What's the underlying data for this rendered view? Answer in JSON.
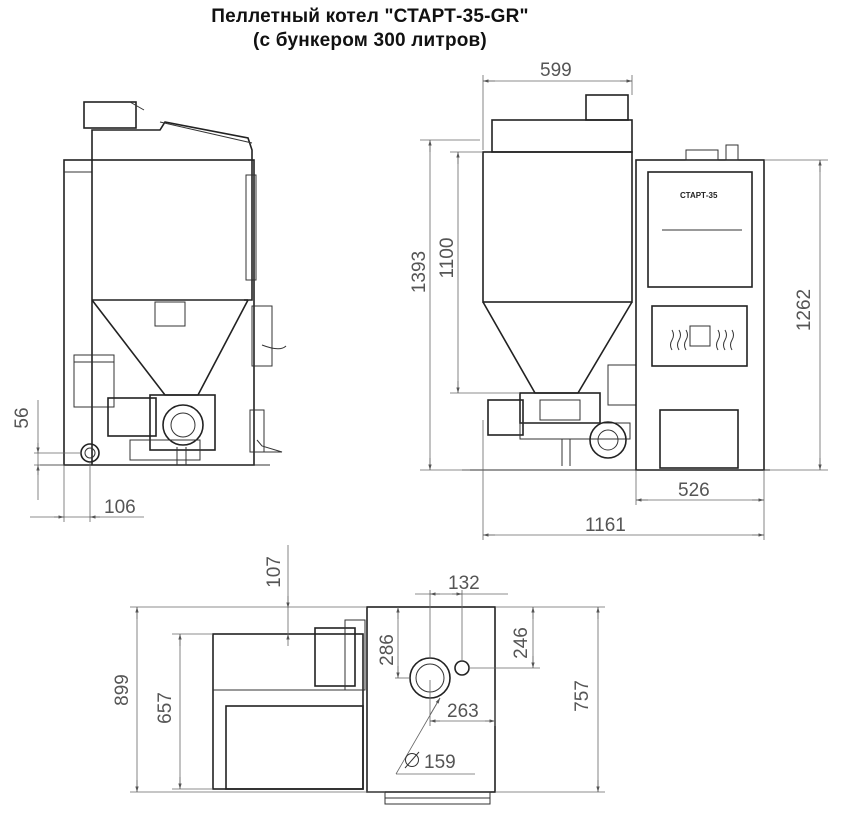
{
  "title": {
    "line1": "Пеллетный котел \"СТАРТ-35-GR\"",
    "line2": "(с бункером 300 литров)"
  },
  "nameplate": "СТАРТ-35",
  "dimensions": {
    "side_height_56": "56",
    "side_offset_106": "106",
    "front_width_599": "599",
    "front_height_1393": "1393",
    "front_height_1100": "1100",
    "front_height_1262": "1262",
    "front_width_526": "526",
    "front_width_1161": "1161",
    "top_107": "107",
    "top_132": "132",
    "top_286": "286",
    "top_246": "246",
    "top_899": "899",
    "top_657": "657",
    "top_757": "757",
    "top_263": "263",
    "top_diameter": "159"
  }
}
